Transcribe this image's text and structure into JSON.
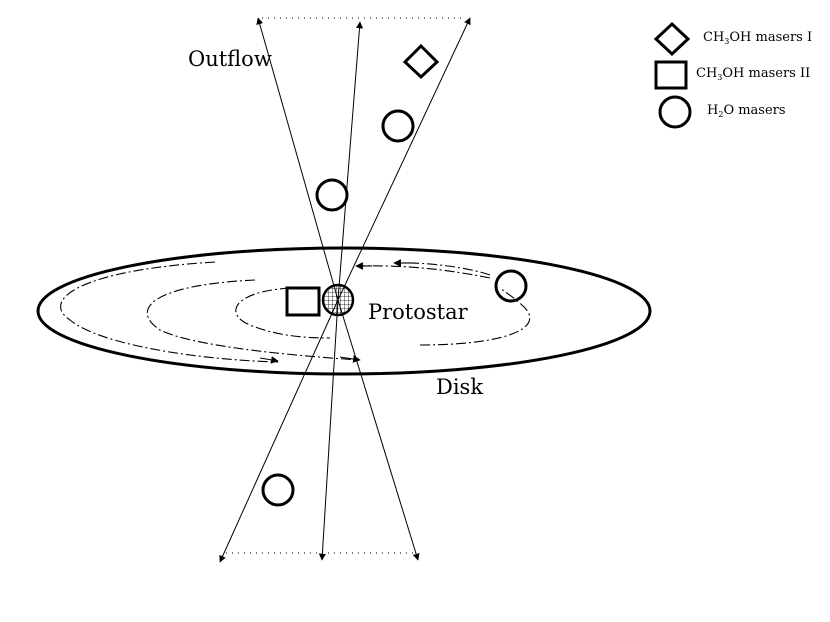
{
  "labels": {
    "outflow": "Outflow",
    "protostar": "Protostar",
    "disk": "Disk"
  },
  "legend": {
    "items": [
      {
        "symbol": "diamond",
        "pre": "CH",
        "sub": "3",
        "post": "OH masers I"
      },
      {
        "symbol": "square",
        "pre": "CH",
        "sub": "3",
        "post": "OH masers II"
      },
      {
        "symbol": "circle",
        "pre": "H",
        "sub": "2",
        "post": "O masers"
      }
    ]
  },
  "colors": {
    "ink": "#000000",
    "background": "#ffffff"
  }
}
